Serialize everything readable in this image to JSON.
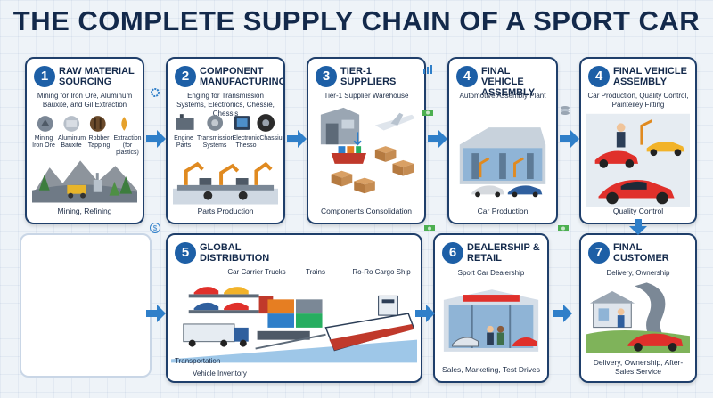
{
  "title": "THE COMPLETE SUPPLY CHAIN OF A SPORT CAR",
  "colors": {
    "accent": "#1d5fa6",
    "border": "#1f3f6b",
    "arrow": "#2f7fc9",
    "car": "#e0302b"
  },
  "steps": [
    {
      "number": "1",
      "title": "RAW MATERIAL SOURCING",
      "subtitle": "Mining for Iron Ore, Aluminum Bauxite, and Gil Extraction",
      "icons": [
        "Mining Iron Ore",
        "Aluminum Bauxite",
        "Robber Tapping",
        "Extraction (for plastics)"
      ],
      "footer": "Mining, Refining"
    },
    {
      "number": "2",
      "title": "COMPONENT MANUFACTURING",
      "subtitle": "Enging for Transmission Systems, Electronics, Chessie, Chessis",
      "icons": [
        "Engine Parts",
        "Transmission Systems",
        "Electronic Thesso",
        "Chassiu"
      ],
      "footer": "Parts Production"
    },
    {
      "number": "3",
      "title": "TIER-1 SUPPLIERS",
      "subtitle": "Tier-1 Supplier Warehouse",
      "footer": "Components Consolidation"
    },
    {
      "number": "4",
      "title": "FINAL VEHICLE ASSEMBLY",
      "subtitle": "Automotive Assembly Plant",
      "footer": "Car Production"
    },
    {
      "number": "4",
      "title": "FINAL VEHICLE ASSEMBLY",
      "subtitle": "Car Production, Quality Control, Painteiley Fitting",
      "footer": "Quality Control"
    },
    {
      "number": "5",
      "title": "GLOBAL DISTRIBUTION",
      "labels": [
        "Car Carrier Trucks",
        "Trains",
        "Ro-Ro Cargo Ship",
        "Transportation",
        "Vehicle Inventory"
      ]
    },
    {
      "number": "6",
      "title": "DEALERSHIP & RETAIL",
      "subtitle": "Sport Car Dealership",
      "footer": "Sales, Marketing, Test Drives"
    },
    {
      "number": "7",
      "title": "FINAL CUSTOMER",
      "subtitle": "Delivery, Ownership",
      "footer": "Delivery, Ownership, After-Sales Service"
    }
  ]
}
